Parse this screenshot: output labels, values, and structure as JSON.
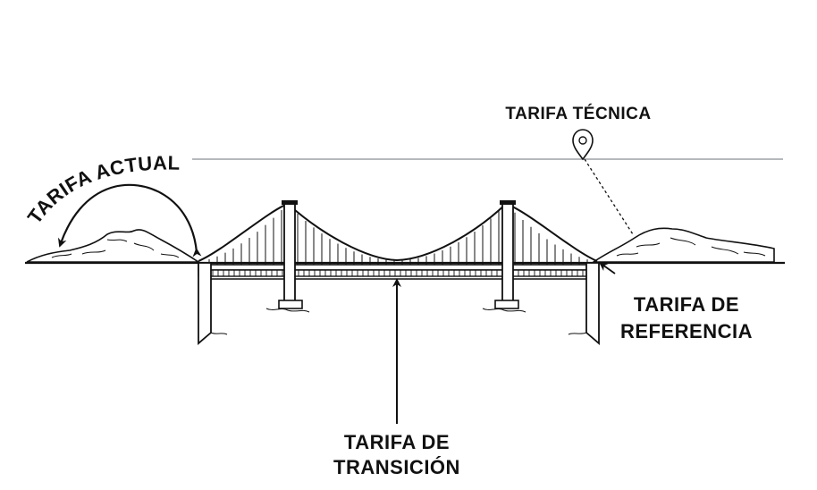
{
  "labels": {
    "tarifa_actual": "TARIFA ACTUAL",
    "tarifa_tecnica": "TARIFA TÉCNICA",
    "tarifa_referencia_line1": "TARIFA DE",
    "tarifa_referencia_line2": "REFERENCIA",
    "tarifa_transicion_line1": "TARIFA DE",
    "tarifa_transicion_line2": "TRANSICIÓN"
  },
  "icons": {
    "location": "location-pin-icon"
  },
  "colors": {
    "ink": "#111111",
    "reference_line": "#8a8f93"
  }
}
